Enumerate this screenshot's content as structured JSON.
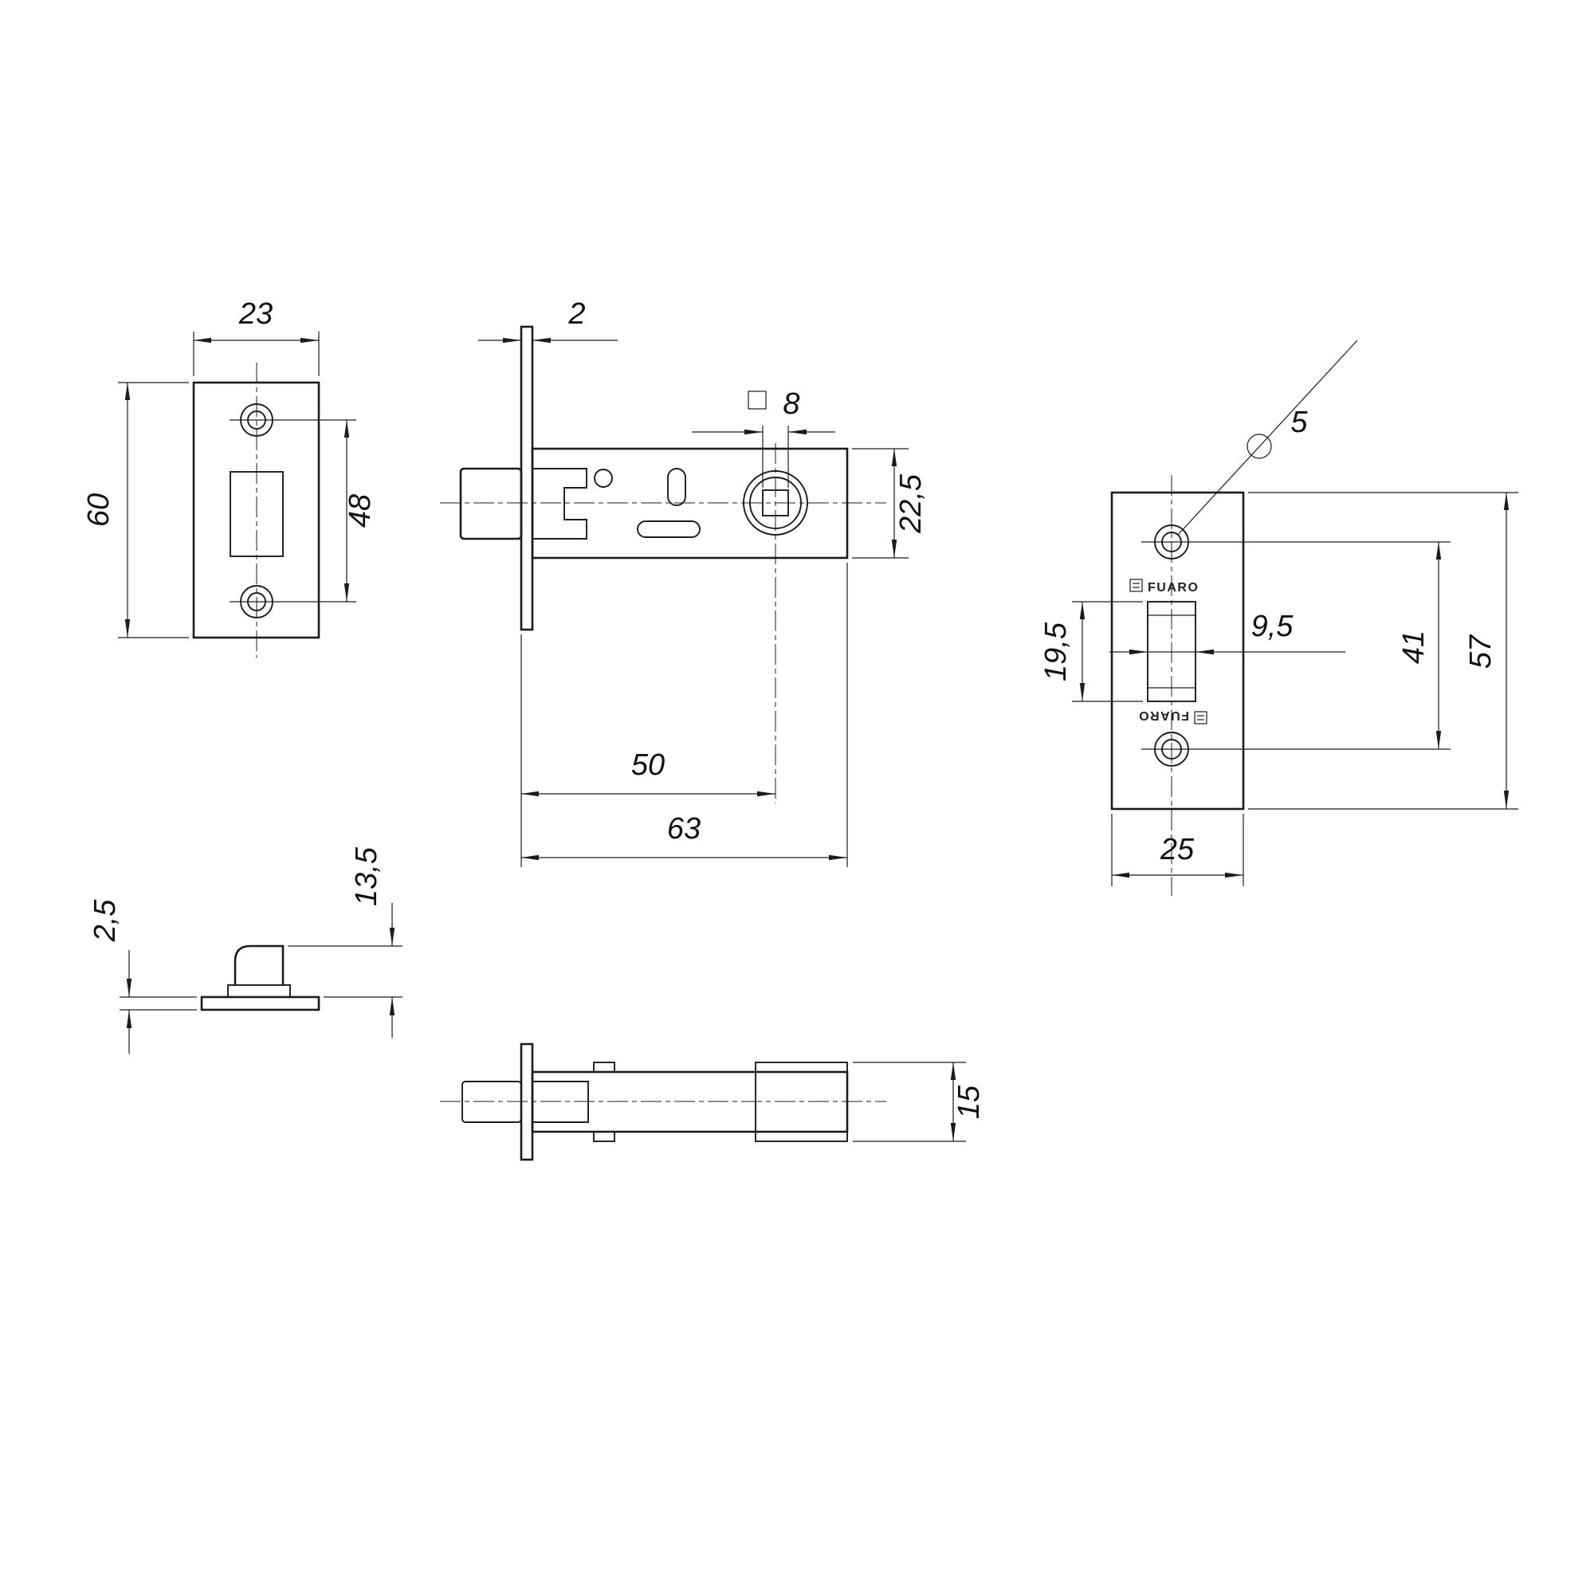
{
  "drawing": {
    "brand": "FUARO",
    "faceplate_front": {
      "width": "23",
      "height": "60",
      "screw_spacing": "48"
    },
    "body_side": {
      "faceplate_thickness": "2",
      "spindle_square": "8",
      "body_height": "22,5",
      "backset": "50",
      "body_length": "63"
    },
    "edge_front": {
      "screw_hole_diameter": "5",
      "bolt_height": "19,5",
      "bolt_width": "9,5",
      "screw_spacing": "41",
      "plate_height": "57",
      "plate_width": "25"
    },
    "bolt_section": {
      "plate_thickness": "2,5",
      "bolt_protrusion": "13,5"
    },
    "body_top": {
      "body_thickness": "15"
    }
  }
}
